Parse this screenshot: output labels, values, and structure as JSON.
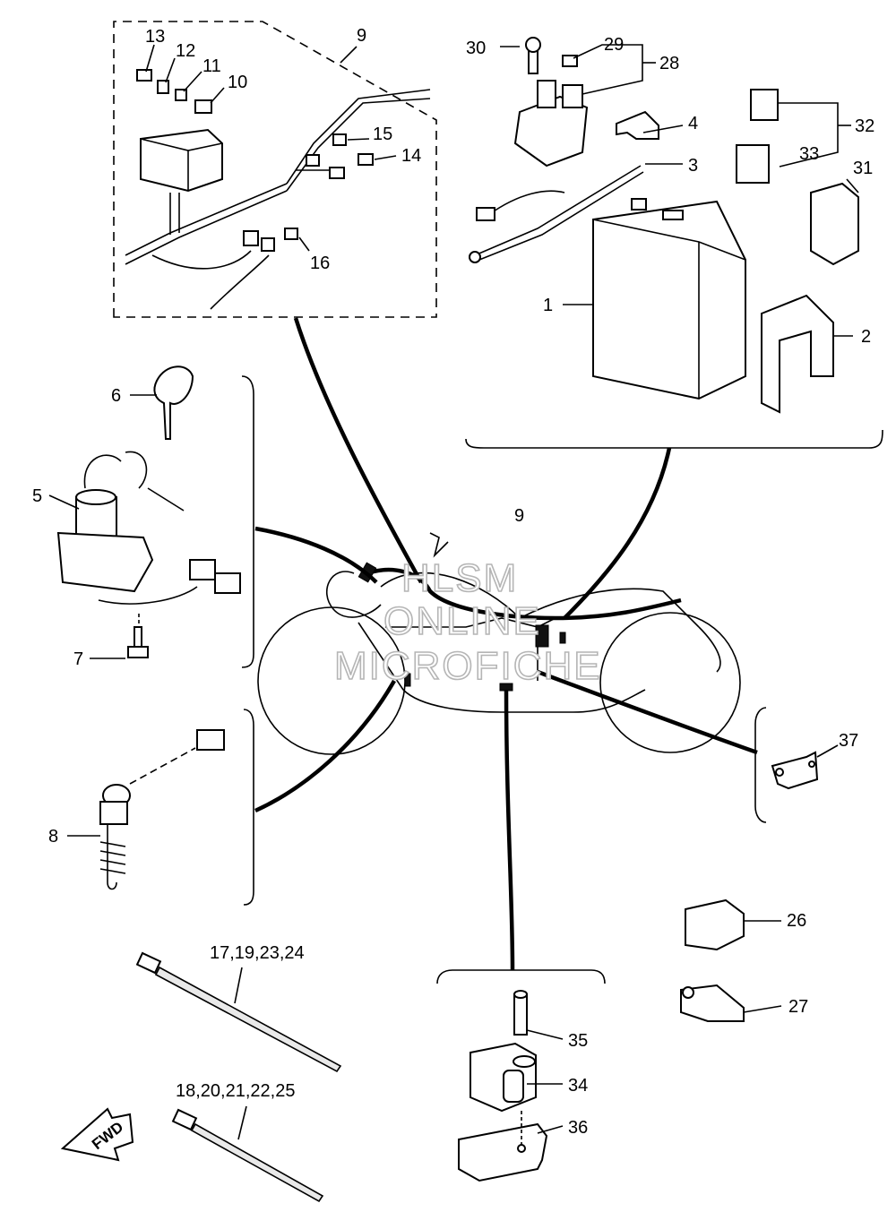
{
  "labels": {
    "p1": "1",
    "p2": "2",
    "p3": "3",
    "p4": "4",
    "p5": "5",
    "p6": "6",
    "p7": "7",
    "p8": "8",
    "p9_inset": "9",
    "p9_main": "9",
    "p10": "10",
    "p11": "11",
    "p12": "12",
    "p13": "13",
    "p14": "14",
    "p15": "15",
    "p16": "16",
    "p26": "26",
    "p27": "27",
    "p28": "28",
    "p29": "29",
    "p30": "30",
    "p31": "31",
    "p32": "32",
    "p33": "33",
    "p34": "34",
    "p35": "35",
    "p36": "36",
    "p37": "37",
    "ties_a": "17,19,23,24",
    "ties_b": "18,20,21,22,25"
  },
  "fwd_arrow": "FWD",
  "watermark": [
    "HLSM",
    "ONLINE",
    "MICROFICHE"
  ]
}
